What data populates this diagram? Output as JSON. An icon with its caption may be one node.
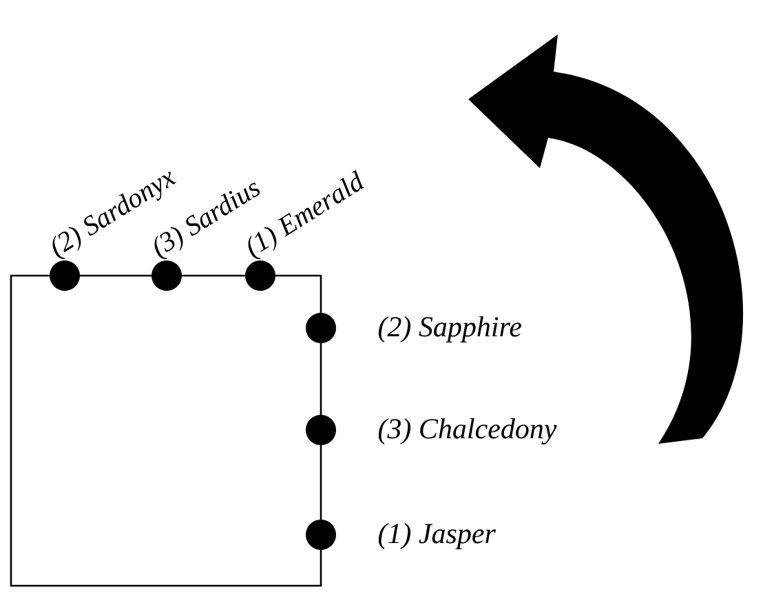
{
  "diagram": {
    "nodes": [
      {
        "text": [],
        "shape": "box"
      },
      {
        "text": [
          "(2) Sardonyx"
        ]
      },
      {
        "text": [
          "(3) Sardius"
        ]
      },
      {
        "text": [
          "(1) Emerald"
        ]
      },
      {
        "text": [
          "(2) Sapphire"
        ]
      },
      {
        "text": [
          "(3) Chalcedony"
        ]
      },
      {
        "text": [
          "(1) Jasper"
        ]
      }
    ]
  }
}
